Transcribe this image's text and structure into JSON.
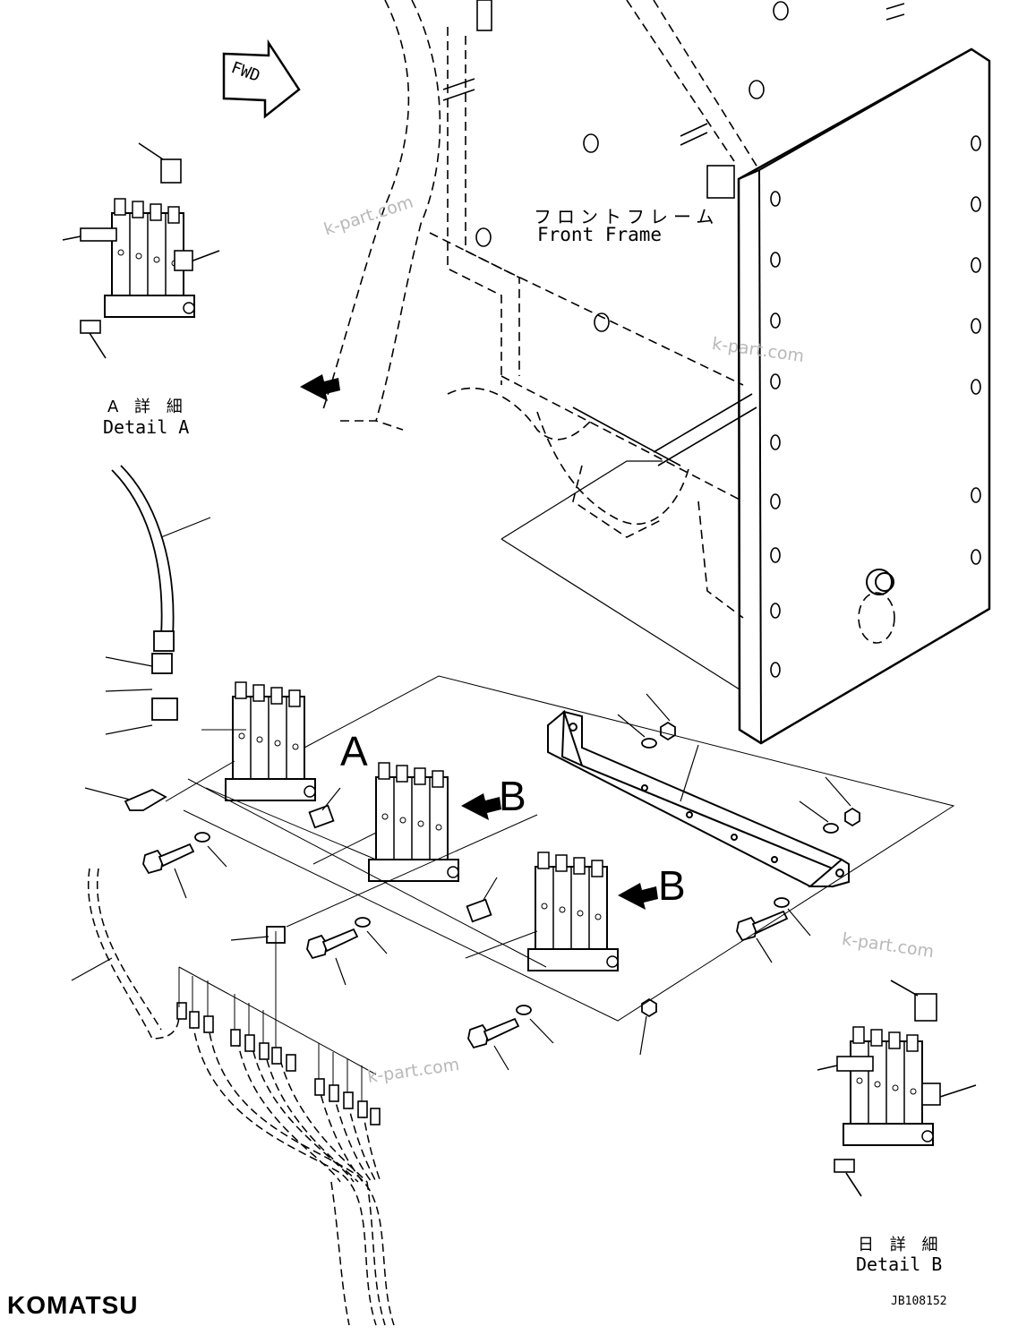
{
  "frame_label": {
    "jp": "フロントフレーム",
    "en": "Front Frame"
  },
  "direction_arrow": "FWD",
  "detail_a": {
    "jp": "A 詳 細",
    "en": "Detail A"
  },
  "detail_b": {
    "jp": "日 詳 細",
    "en": "Detail B"
  },
  "view_markers": [
    "A",
    "B",
    "B"
  ],
  "watermark": "k-part.com",
  "logo": "KOMATSU",
  "drawing_code": "JB108152"
}
